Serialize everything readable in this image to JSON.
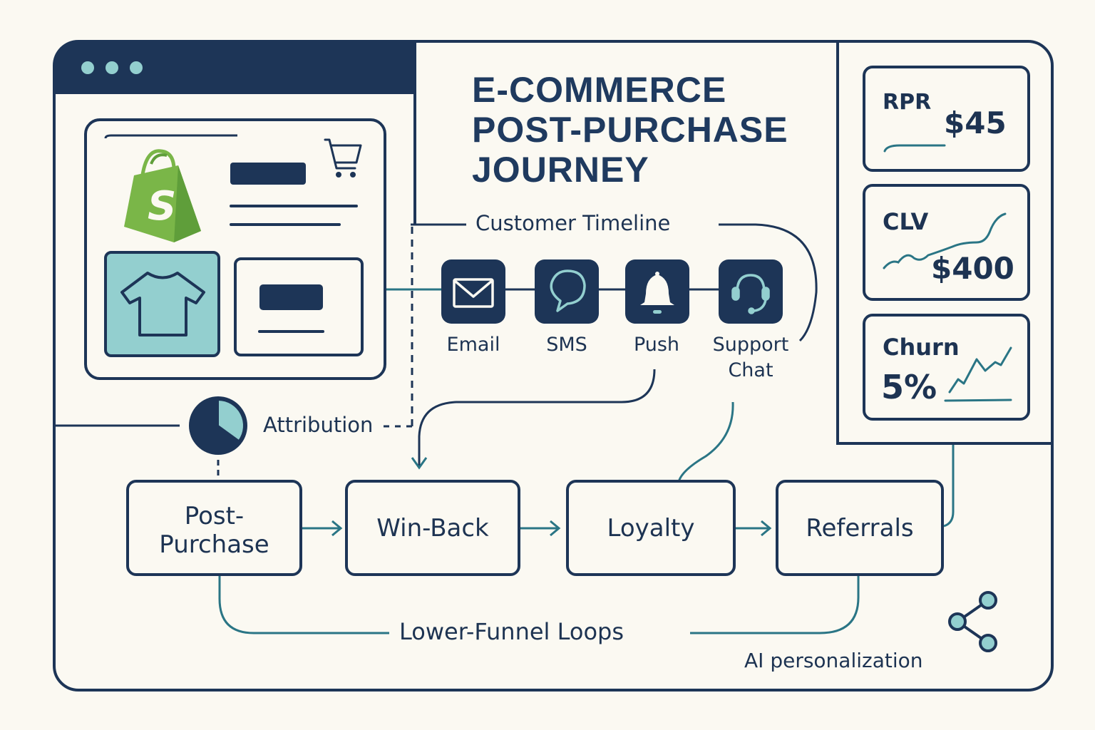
{
  "title": {
    "lines": [
      "E-COMMERCE",
      "POST-PURCHASE",
      "JOURNEY"
    ]
  },
  "colors": {
    "navy": "#1d3557",
    "teal": "#2a7585",
    "light_teal": "#93cfcf",
    "shopify_green": "#7ab648",
    "background": "#fbf9f2"
  },
  "browser": {
    "window_dots": 3,
    "icons": {
      "logo": "shopify-bag-icon",
      "cart": "shopping-cart-icon",
      "product": "t-shirt-icon"
    }
  },
  "timeline": {
    "label": "Customer Timeline",
    "channels": [
      {
        "label": "Email",
        "icon": "envelope-icon"
      },
      {
        "label": "SMS",
        "icon": "chat-bubble-icon"
      },
      {
        "label": "Push",
        "icon": "bell-icon"
      },
      {
        "label": "Support\nChat",
        "line1": "Support",
        "line2": "Chat",
        "icon": "headset-icon"
      }
    ]
  },
  "attribution": {
    "label": "Attribution",
    "icon": "pie-chart-icon",
    "highlight_share": 0.35
  },
  "funnel": {
    "steps": [
      {
        "line1": "Post-",
        "line2": "Purchase"
      },
      {
        "label": "Win-Back"
      },
      {
        "label": "Loyalty"
      },
      {
        "label": "Referrals"
      }
    ],
    "loop_label": "Lower-Funnel Loops"
  },
  "kpis": [
    {
      "label": "RPR",
      "value": "$45"
    },
    {
      "label": "CLV",
      "value": "$400"
    },
    {
      "label": "Churn",
      "value": "5%"
    }
  ],
  "ai": {
    "label": "AI personalization",
    "icon": "share-network-icon"
  }
}
